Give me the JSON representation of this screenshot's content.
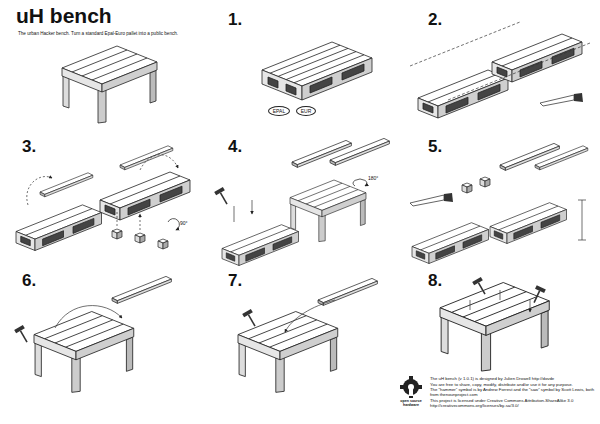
{
  "diagram": {
    "title": "uH bench",
    "nodes": [
      {
        "text": [
          "EPAL"
        ]
      },
      {
        "text": [
          "EUR"
        ]
      }
    ],
    "labels": [
      "The urban Hacker bench. Turn a standard Epal-Euro pallet into a public bench.",
      "1.",
      "2.",
      "3.",
      "4.",
      "5.",
      "6.",
      "7.",
      "8.",
      "90°",
      "180°",
      "open source hardware",
      "The uH bench (v 1.0.1) is designed by Julien Drowell http://dovde",
      "You are free to share, copy, modify, distribute and/or use it for any purpose.",
      "The “hammer” symbol is by Andrew Forrest and the “saw” symbol by Scott Lewis, both from thenounproject.com",
      "This project is licensed under Creative Commons Attribution-ShareAlike 3.0",
      "http://creativecommons.org/licenses/by-sa/3.0/"
    ]
  }
}
